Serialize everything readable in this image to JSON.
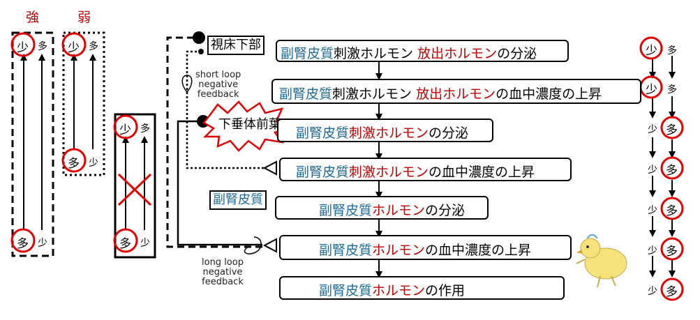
{
  "legend": {
    "strong": "強",
    "weak": "弱"
  },
  "levels": {
    "few": "少",
    "many": "多"
  },
  "labels": {
    "hypothalamus": "視床下部",
    "anterior_pituitary": "下垂体前葉",
    "adrenal_cortex": "副腎皮質"
  },
  "feedback": {
    "short": [
      "short loop",
      "negative",
      "feedback"
    ],
    "long": [
      "long loop",
      "negative",
      "feedback"
    ]
  },
  "flow": [
    {
      "parts": [
        {
          "t": "副腎皮質",
          "c": "blue"
        },
        {
          "t": "刺激ホルモン ",
          "c": "black"
        },
        {
          "t": "放出ホルモン",
          "c": "red"
        },
        {
          "t": "の分泌",
          "c": "black"
        }
      ]
    },
    {
      "parts": [
        {
          "t": "副腎皮質",
          "c": "blue"
        },
        {
          "t": "刺激ホルモン ",
          "c": "black"
        },
        {
          "t": "放出ホルモン",
          "c": "red"
        },
        {
          "t": "の血中濃度の上昇",
          "c": "black"
        }
      ]
    },
    {
      "parts": [
        {
          "t": "副腎皮質",
          "c": "blue"
        },
        {
          "t": "刺激ホルモン",
          "c": "red"
        },
        {
          "t": "の分泌",
          "c": "black"
        }
      ]
    },
    {
      "parts": [
        {
          "t": "副腎皮質",
          "c": "blue"
        },
        {
          "t": "刺激ホルモン",
          "c": "red"
        },
        {
          "t": "の血中濃度の上昇",
          "c": "black"
        }
      ]
    },
    {
      "parts": [
        {
          "t": "副腎皮質",
          "c": "blue"
        },
        {
          "t": "ホルモン",
          "c": "red"
        },
        {
          "t": "の分泌",
          "c": "black"
        }
      ]
    },
    {
      "parts": [
        {
          "t": "副腎皮質",
          "c": "blue"
        },
        {
          "t": "ホルモン",
          "c": "red"
        },
        {
          "t": "の血中濃度の上昇",
          "c": "black"
        }
      ]
    },
    {
      "parts": [
        {
          "t": "副腎皮質",
          "c": "blue"
        },
        {
          "t": "ホルモン",
          "c": "red"
        },
        {
          "t": "の作用",
          "c": "black"
        }
      ]
    }
  ],
  "colors": {
    "circle": "#e00000",
    "blue": "#1f6b9a",
    "red": "#c00000"
  }
}
